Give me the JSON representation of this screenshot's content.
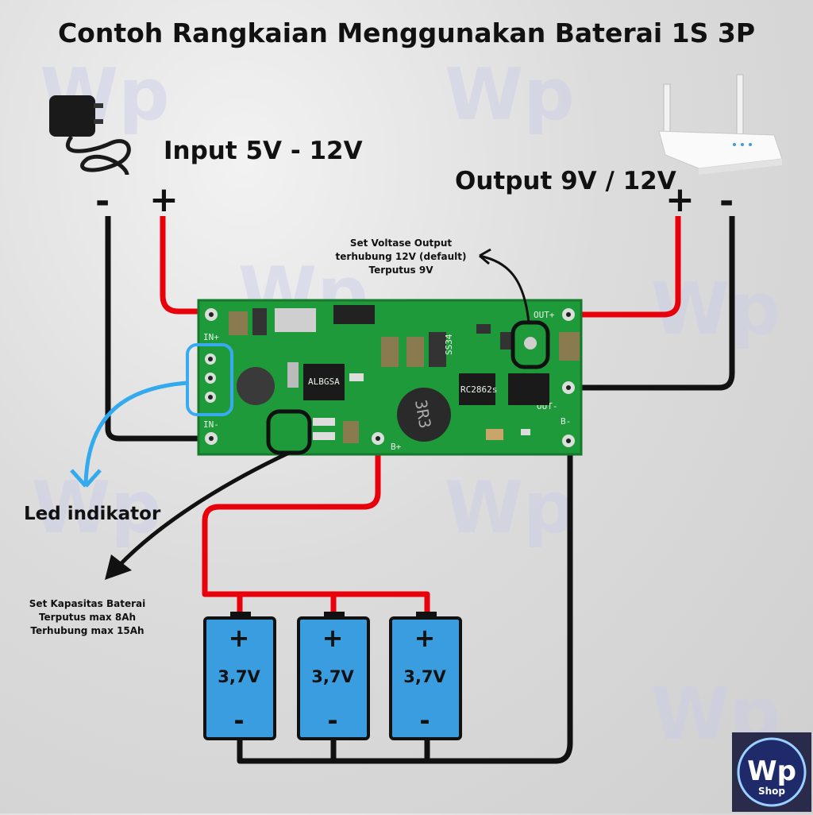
{
  "title": "Contoh Rangkaian Menggunakan Baterai 1S 3P",
  "input_label": "Input 5V - 12V",
  "output_label": "Output 9V / 12V",
  "input_terminals": {
    "neg": "-",
    "pos": "+"
  },
  "output_terminals": {
    "pos": "+",
    "neg": "-"
  },
  "vout_note": {
    "line1": "Set Voltase Output",
    "line2": "terhubung 12V (default)",
    "line3": "Terputus 9V"
  },
  "led_label": "Led indikator",
  "capacity_note": {
    "line1": "Set Kapasitas Baterai",
    "line2": "Terputus max 8Ah",
    "line3": "Terhubung max 15Ah"
  },
  "pcb_labels": {
    "in_pos": "IN+",
    "in_neg": "IN-",
    "out_pos": "OUT+",
    "out_neg": "OUT-",
    "b_pos": "B+",
    "b_neg": "B-",
    "inductor": "3R3",
    "ic1": "ALBGSA",
    "diode": "SS34",
    "ic2": "RC2862s"
  },
  "batteries": [
    {
      "pos": "+",
      "voltage": "3,7V",
      "neg": "-"
    },
    {
      "pos": "+",
      "voltage": "3,7V",
      "neg": "-"
    },
    {
      "pos": "+",
      "voltage": "3,7V",
      "neg": "-"
    }
  ],
  "watermark": {
    "brand": "Wp",
    "sub": "Shop"
  },
  "icons": [
    "power-adapter-icon",
    "router-icon"
  ],
  "colors": {
    "wire_pos": "#e8000a",
    "wire_neg": "#111111",
    "pcb": "#1f9a3a",
    "battery": "#3a9de0",
    "led_arrow": "#33aaee"
  }
}
